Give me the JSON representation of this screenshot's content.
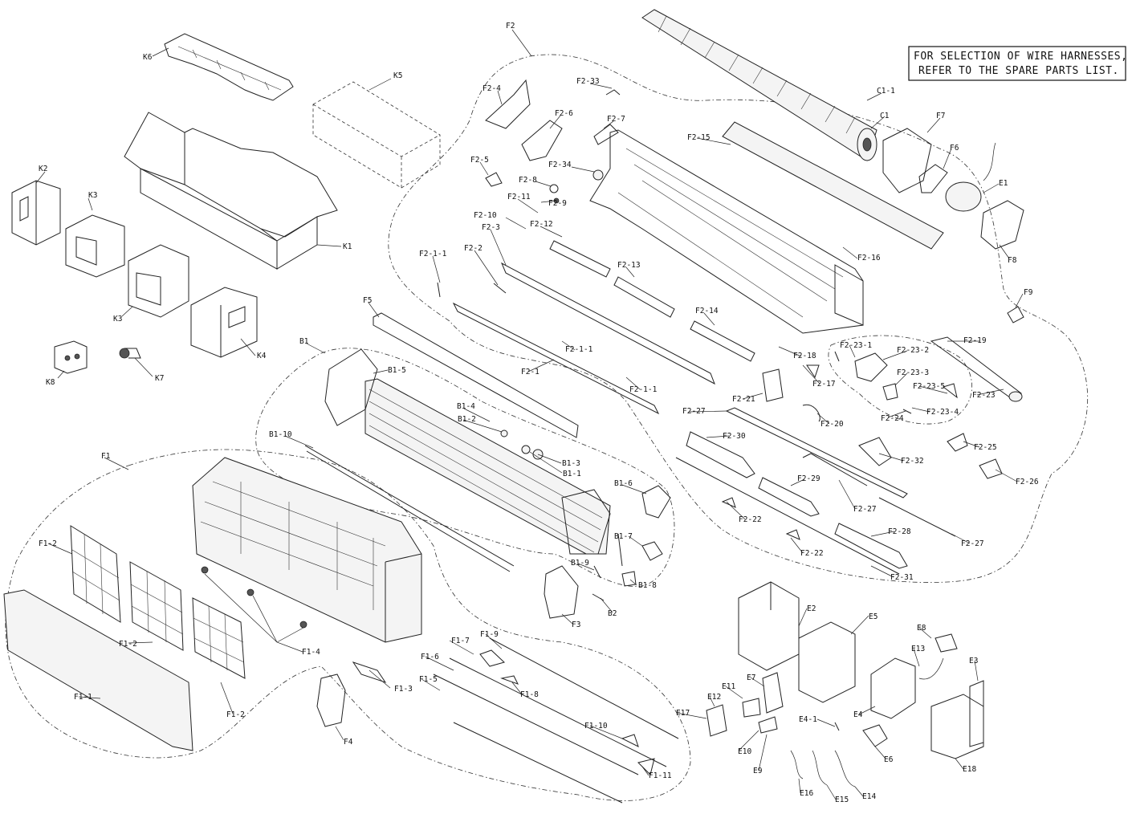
{
  "note": {
    "line1": "FOR SELECTION OF WIRE HARNESSES,",
    "line2": "REFER TO THE SPARE PARTS LIST."
  },
  "labels": {
    "k6": "K6",
    "k5": "K5",
    "k2": "K2",
    "k3a": "K3",
    "k3b": "K3",
    "k1": "K1",
    "k4": "K4",
    "k8": "K8",
    "k7": "K7",
    "f2": "F2",
    "f2_4": "F2-4",
    "f2_33": "F2-33",
    "f2_6": "F2-6",
    "f2_7": "F2-7",
    "f2_5": "F2-5",
    "f2_34": "F2-34",
    "f2_8": "F2-8",
    "f2_9": "F2-9",
    "f2_11": "F2-11",
    "f2_10": "F2-10",
    "f2_12": "F2-12",
    "f2_3": "F2-3",
    "f2_2": "F2-2",
    "f2_1_1a": "F2-1-1",
    "f2_13": "F2-13",
    "f2_15": "F2-15",
    "f2_16": "F2-16",
    "f2_14": "F2-14",
    "f2_1_1b": "F2-1-1",
    "f2_1": "F2-1",
    "f2_1_1c": "F2-1-1",
    "f2_18": "F2-18",
    "f2_17": "F2-17",
    "f2_21": "F2-21",
    "f2_27a": "F2-27",
    "f2_20": "F2-20",
    "f2_30": "F2-30",
    "f2_29": "F2-29",
    "f2_27b": "F2-27",
    "f2_22a": "F2-22",
    "f2_22b": "F2-22",
    "f2_28": "F2-28",
    "f2_27c": "F2-27",
    "f2_31": "F2-31",
    "f2_32": "F2-32",
    "f2_25": "F2-25",
    "f2_26": "F2-26",
    "f2_19": "F2-19",
    "f2_23": "F2-23",
    "f2_23_1": "F2-23-1",
    "f2_23_2": "F2-23-2",
    "f2_23_3": "F2-23-3",
    "f2_23_5": "F2-23-5",
    "f2_23_4": "F2-23-4",
    "f2_24": "F2-24",
    "c1_1": "C1-1",
    "c1": "C1",
    "f7": "F7",
    "f6": "F6",
    "e1": "E1",
    "f8": "F8",
    "f9": "F9",
    "f5": "F5",
    "b1": "B1",
    "b1_5": "B1-5",
    "b1_4": "B1-4",
    "b1_2": "B1-2",
    "b1_10": "B1-10",
    "b1_3": "B1-3",
    "b1_1": "B1-1",
    "b1_6": "B1-6",
    "b1_7": "B1-7",
    "b1_9": "B1-9",
    "b1_8": "B1-8",
    "b2": "B2",
    "f3": "F3",
    "f1": "F1",
    "f1_2a": "F1-2",
    "f1_2b": "F1-2",
    "f1_2c": "F1-2",
    "f1_1": "F1-1",
    "f1_4": "F1-4",
    "f1_3": "F1-3",
    "f4": "F4",
    "f1_7": "F1-7",
    "f1_9": "F1-9",
    "f1_6": "F1-6",
    "f1_8": "F1-8",
    "f1_5": "F1-5",
    "f1_10": "F1-10",
    "f1_11": "F1-11",
    "e2": "E2",
    "e5": "E5",
    "e8": "E8",
    "e13": "E13",
    "e3": "E3",
    "e7": "E7",
    "e11": "E11",
    "e12": "E12",
    "e17": "E17",
    "e4_1": "E4-1",
    "e4": "E4",
    "e10": "E10",
    "e6": "E6",
    "e9": "E9",
    "e18": "E18",
    "e16": "E16",
    "e15": "E15",
    "e14": "E14"
  }
}
